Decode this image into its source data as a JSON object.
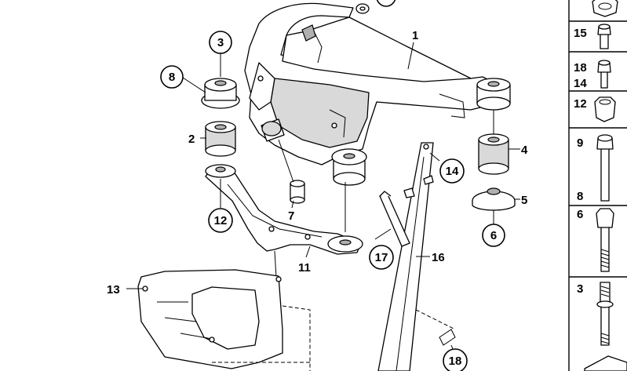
{
  "diagram": {
    "callouts_plain": [
      {
        "id": "c1",
        "text": "1"
      },
      {
        "id": "c2",
        "text": "2"
      },
      {
        "id": "c4",
        "text": "4"
      },
      {
        "id": "c5",
        "text": "5"
      },
      {
        "id": "c7",
        "text": "7"
      },
      {
        "id": "c11",
        "text": "11"
      },
      {
        "id": "c13",
        "text": "13"
      },
      {
        "id": "c16",
        "text": "16"
      }
    ],
    "callouts_circled": [
      {
        "id": "cc3",
        "text": "3"
      },
      {
        "id": "cc8",
        "text": "8"
      },
      {
        "id": "cc12",
        "text": "12"
      },
      {
        "id": "cc14",
        "text": "14"
      },
      {
        "id": "cc6",
        "text": "6"
      },
      {
        "id": "cc17",
        "text": "17"
      },
      {
        "id": "cc18",
        "text": "18"
      }
    ],
    "side_panel": [
      {
        "id": "s15",
        "text": "15"
      },
      {
        "id": "s18",
        "text": "18"
      },
      {
        "id": "s14",
        "text": "14"
      },
      {
        "id": "s12",
        "text": "12"
      },
      {
        "id": "s9",
        "text": "9"
      },
      {
        "id": "s8",
        "text": "8"
      },
      {
        "id": "s6",
        "text": "6"
      },
      {
        "id": "s3",
        "text": "3"
      }
    ]
  }
}
